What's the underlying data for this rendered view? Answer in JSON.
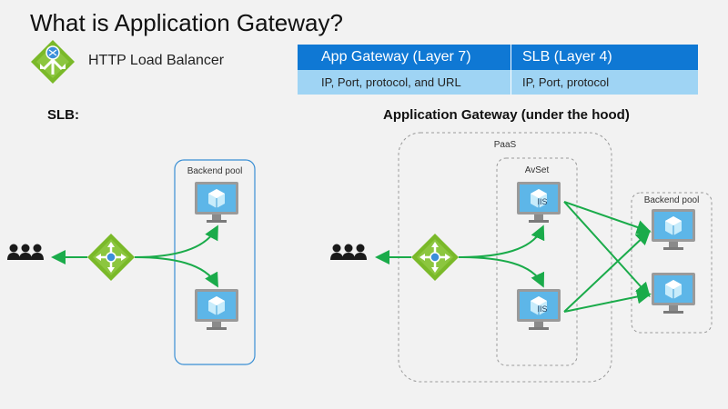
{
  "title": "What is Application Gateway?",
  "subtitle": "HTTP Load Balancer",
  "comparison": {
    "headers": [
      "App Gateway (Layer 7)",
      "SLB (Layer 4)"
    ],
    "row": [
      "IP, Port, protocol, and URL",
      "IP, Port, protocol"
    ]
  },
  "slb": {
    "heading": "SLB:",
    "pool_label": "Backend pool"
  },
  "appgw": {
    "heading": "Application Gateway (under the hood)",
    "paas_label": "PaaS",
    "avset_label": "AvSet",
    "vm_label": "IIS",
    "pool_label": "Backend pool"
  },
  "colors": {
    "accent_blue": "#0f78d4",
    "light_blue": "#9fd4f4",
    "arrow_green": "#1aab4a",
    "gateway_green": "#7ab929"
  },
  "icons": [
    "app-gateway-icon",
    "users-icon",
    "load-balancer-icon",
    "vm-icon",
    "arrow-icon"
  ]
}
